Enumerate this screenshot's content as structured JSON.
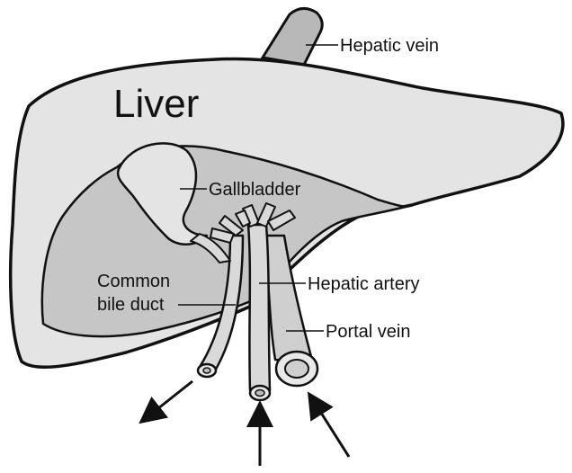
{
  "title": "Liver",
  "labels": {
    "hepatic_vein": "Hepatic vein",
    "gallbladder": "Gallbladder",
    "common_bile_duct_line1": "Common",
    "common_bile_duct_line2": "bile duct",
    "hepatic_artery": "Hepatic artery",
    "portal_vein": "Portal vein"
  },
  "colors": {
    "outline": "#111111",
    "liver_fill": "#e4e4e4",
    "underside_fill": "#c6c6c6",
    "vessel_fill": "#cfcfcf",
    "vessel_light": "#e9e9e9"
  }
}
